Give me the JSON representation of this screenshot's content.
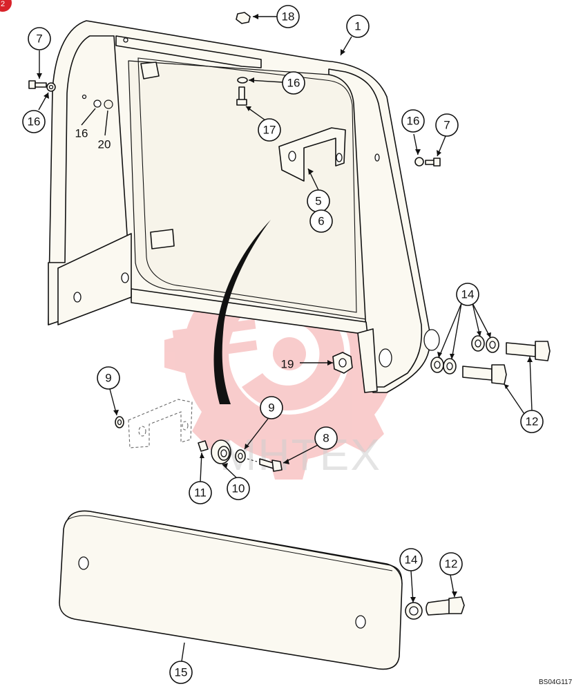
{
  "diagram": {
    "drawing_code": "BS04G117",
    "watermark_text": "MHTEX",
    "corner_badge": "2",
    "colors": {
      "watermark": "#f2a0a0",
      "badge": "#d8232a",
      "ink": "#111111"
    }
  },
  "callouts": [
    {
      "label": "1"
    },
    {
      "label": "18"
    },
    {
      "label": "7"
    },
    {
      "label": "16"
    },
    {
      "label": "16"
    },
    {
      "label": "17"
    },
    {
      "label": "16"
    },
    {
      "label": "7"
    },
    {
      "label": "5"
    },
    {
      "label": "6"
    },
    {
      "label": "14"
    },
    {
      "label": "12"
    },
    {
      "label": "19"
    },
    {
      "label": "9"
    },
    {
      "label": "9"
    },
    {
      "label": "8"
    },
    {
      "label": "11"
    },
    {
      "label": "10"
    },
    {
      "label": "14"
    },
    {
      "label": "12"
    },
    {
      "label": "15"
    }
  ],
  "plain_labels": [
    {
      "label": "16"
    },
    {
      "label": "20"
    },
    {
      "label": "19"
    }
  ]
}
